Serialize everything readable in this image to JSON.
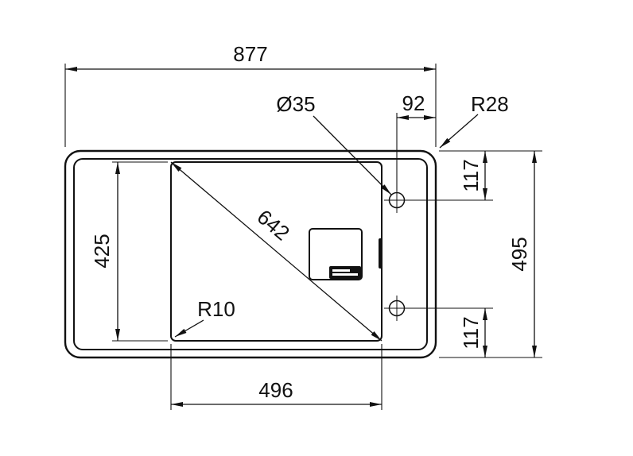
{
  "drawing": {
    "type": "technical-dimension-drawing",
    "subject": "sink-cutout-plan-view",
    "labels": {
      "overall_width": "877",
      "hole_edge_offset": "92",
      "outer_radius": "R28",
      "hole_diameter": "Ø35",
      "bowl_height": "425",
      "bowl_diagonal": "642",
      "inner_radius": "R10",
      "bowl_width": "496",
      "hole_top_offset": "117",
      "hole_bottom_offset": "117",
      "overall_height": "495"
    },
    "colors": {
      "line": "#111111",
      "background": "#ffffff"
    }
  }
}
